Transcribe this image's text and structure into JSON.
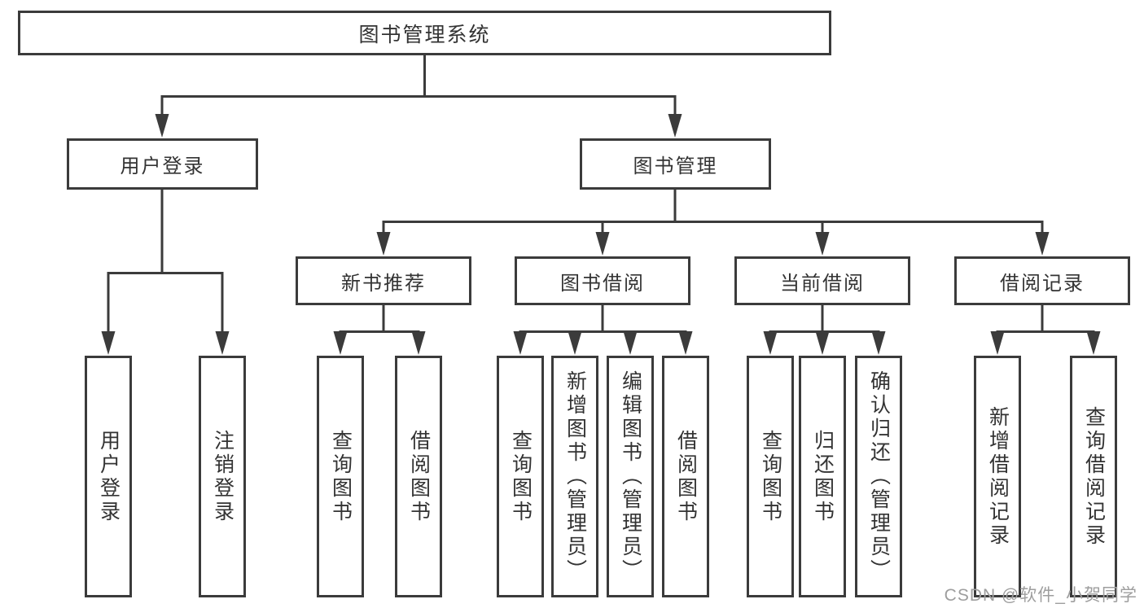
{
  "diagram": {
    "root": {
      "label": "图书管理系统",
      "children": [
        {
          "label": "用户登录",
          "children": [
            {
              "label": "用户登录"
            },
            {
              "label": "注销登录"
            }
          ]
        },
        {
          "label": "图书管理",
          "children": [
            {
              "label": "新书推荐",
              "children": [
                {
                  "label": "查询图书"
                },
                {
                  "label": "借阅图书"
                }
              ]
            },
            {
              "label": "图书借阅",
              "children": [
                {
                  "label": "查询图书"
                },
                {
                  "label": "新增图书（管理员）"
                },
                {
                  "label": "编辑图书（管理员）"
                },
                {
                  "label": "借阅图书"
                }
              ]
            },
            {
              "label": "当前借阅",
              "children": [
                {
                  "label": "查询图书"
                },
                {
                  "label": "归还图书"
                },
                {
                  "label": "确认归还（管理员）"
                }
              ]
            },
            {
              "label": "借阅记录",
              "children": [
                {
                  "label": "新增借阅记录"
                },
                {
                  "label": "查询借阅记录"
                }
              ]
            }
          ]
        }
      ]
    }
  },
  "watermark": {
    "text": "CSDN @软件_小贺同学"
  },
  "colors": {
    "line": "#3b3b3b",
    "box_border": "#3b3b3b",
    "text": "#333333",
    "watermark": "#9e9e9e",
    "background": "#ffffff"
  }
}
